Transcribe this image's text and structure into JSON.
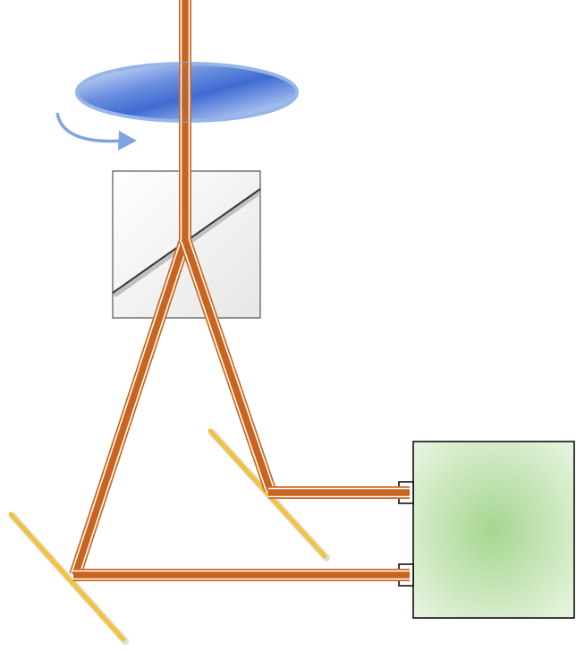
{
  "diagram": {
    "colors": {
      "beam_fill": "#c8641e",
      "beam_separator": "#ffffff",
      "lens_light": "#e6f0ff",
      "lens_dark": "#2f5fcf",
      "lens_rim": "#8eb0e6",
      "rotation_arrow": "#7fa3e0",
      "splitter_fill": "#f2f2f2",
      "splitter_edge": "#333333",
      "splitter_diagonal": "#333333",
      "mirror": "#f2c33c",
      "mirror_shadow": "#c9c9c9",
      "detector_center": "#a6d690",
      "detector_edge": "#e4f2dc",
      "detector_outline": "#000000"
    },
    "components": [
      {
        "id": "rotating-lens",
        "icon": "rotating-waveplate"
      },
      {
        "id": "rotation-arrow",
        "icon": "curved-arrow"
      },
      {
        "id": "beam-splitter",
        "icon": "beam-splitter-cube"
      },
      {
        "id": "mirror-left",
        "icon": "mirror"
      },
      {
        "id": "mirror-right",
        "icon": "mirror"
      },
      {
        "id": "detector",
        "icon": "balanced-detector"
      }
    ]
  }
}
